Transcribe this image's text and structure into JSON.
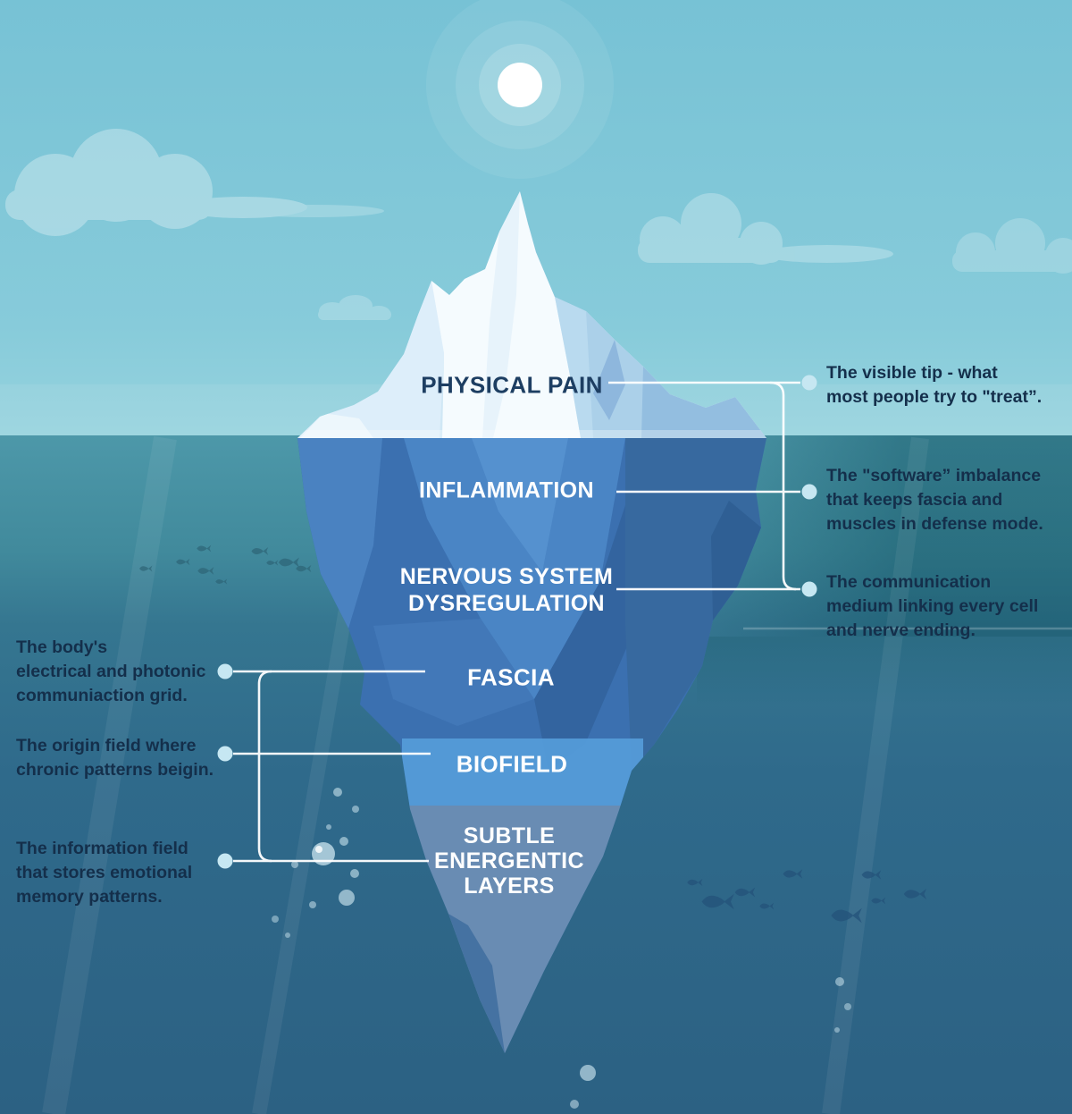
{
  "iceberg_layers": [
    {
      "id": "physical-pain",
      "label": "PHYSICAL PAIN"
    },
    {
      "id": "inflammation",
      "label": "INFLAMMATION"
    },
    {
      "id": "nervous-system",
      "label": "NERVOUS SYSTEM\nDYSREGULATION"
    },
    {
      "id": "fascia",
      "label": "FASCIA"
    },
    {
      "id": "biofield",
      "label": "BIOFIELD"
    },
    {
      "id": "subtle-energetic",
      "label": "SUBTLE\nENERGENTIC\nLAYERS"
    }
  ],
  "annotations_right": [
    {
      "for": "physical-pain",
      "text": "The visible tip - what\nmost people try to \"treat”."
    },
    {
      "for": "inflammation",
      "text": "The \"software” imbalance\nthat keeps fascia and\nmuscles in defense mode."
    },
    {
      "for": "nervous-system",
      "text": "The communication\nmedium linking every cell\nand nerve ending."
    }
  ],
  "annotations_left": [
    {
      "for": "fascia",
      "text": "The body's\nelectrical and photonic\ncommuniaction grid."
    },
    {
      "for": "biofield",
      "text": "The origin field where\nchronic patterns beigin."
    },
    {
      "for": "subtle-energetic",
      "text": "The information field\nthat stores emotional\nmemory patterns."
    }
  ],
  "icons": {
    "sun-icon": "white circle with concentric glow rings",
    "cloud-icon": "flat-bottom cartoon cloud",
    "fish-icon": "small fish silhouette",
    "bubble-icon": "rising air bubble circle"
  },
  "colors": {
    "sky_top": "#79c3d6",
    "sky_horizon": "#96d3de",
    "water_top": "#4d98a9",
    "water_deep": "#2c6183",
    "iceberg_above": "#f5fbfe",
    "iceberg_below": "#3b70b0",
    "biofield_band": "#549bd8",
    "subtle_zone": "#5e82a4",
    "label_navy": "#1d3e62",
    "annotation_navy": "#142f4b",
    "connector_line": "#ffffff",
    "connector_dot": "#c6e7f2"
  }
}
